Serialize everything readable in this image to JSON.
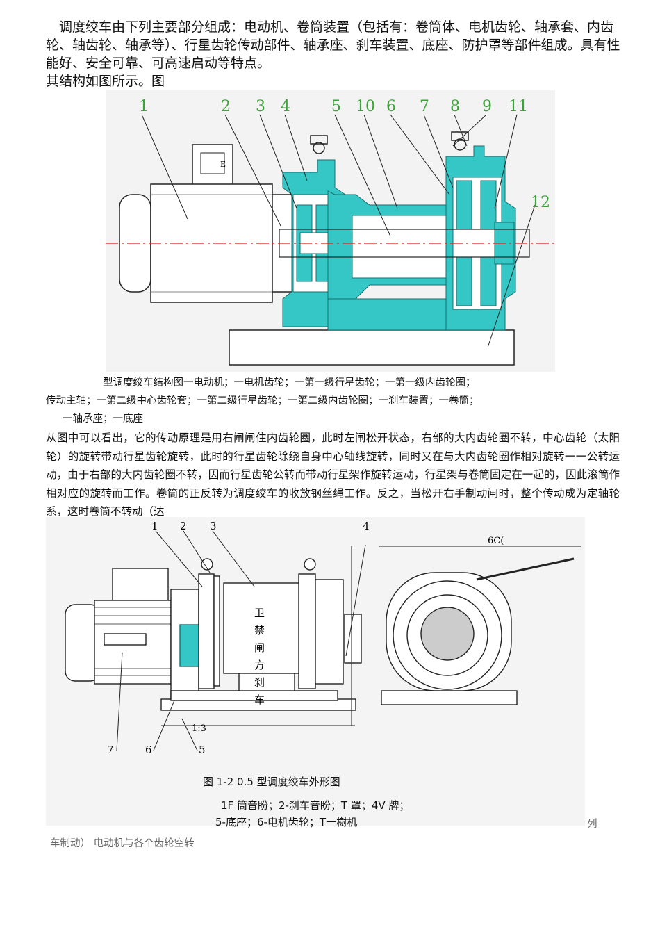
{
  "intro": {
    "line1": "调度绞车由下列主要部分组成：电动机、卷筒装置（包括有：卷筒体、电机齿轮、轴承套、内齿轮、轴齿轮、轴承等）、行星齿轮传动部件、轴承座、刹车装置、底座、防护罩等部件组成。具有性能好、安全可靠、可高速启动等特点。",
    "line2": "其结构如图所示。图"
  },
  "figure1": {
    "motor_label": "E",
    "labels": [
      "1",
      "2",
      "3",
      "4",
      "5",
      "10",
      "6",
      "7",
      "8",
      "9",
      "11",
      "12"
    ],
    "caption_line1": "型调度绞车结构图一电动机；一电机齿轮；一第一级行星齿轮；一第一级内齿轮圈；",
    "caption_line2": "传动主轴；一第二级中心齿轮套；一第二级行星齿轮；一第二级内齿轮圈；一刹车装置；一卷筒；",
    "caption_line3": "一轴承座；一底座"
  },
  "principle": "从图中可以看出，它的传动原理是用右闸闸住内齿轮圈，此时左闸松开状态，右部的大内齿轮圈不转，中心齿轮（太阳轮）的旋转带动行星齿轮旋转，此时的行星齿轮除绕自身中心轴线旋转，同时又在与大内齿轮圈作相对旋转一一公转运动，由于右部的大内齿轮圈不转，因而行星齿轮公转而带动行星架作旋转运动，行星架与卷筒固定在一起的，因此滚筒作相对应的旋转而工作。卷筒的正反转为调度绞车的收放钢丝绳工作。反之，当松开右手制动闸时，整个传动成为定轴轮系，这时卷筒不转动（达",
  "figure2": {
    "top_labels": [
      "1",
      "2",
      "3",
      "4"
    ],
    "bottom_labels": [
      "7",
      "6",
      "5"
    ],
    "drum_text": "卫禁闸方刹车",
    "dim_top": "6C(",
    "dim_bottom": "1:3",
    "title": "图 1-2 0.5 型调度绞车外形图",
    "legend1": "1F 筒音盼；2-刹车音盼；T 罩；4V 牌；",
    "legend2": "5-底座；6-电机齿轮；T一樹机"
  },
  "side_mark": "列",
  "footer": "车制动）    电动机与各个齿轮空转"
}
